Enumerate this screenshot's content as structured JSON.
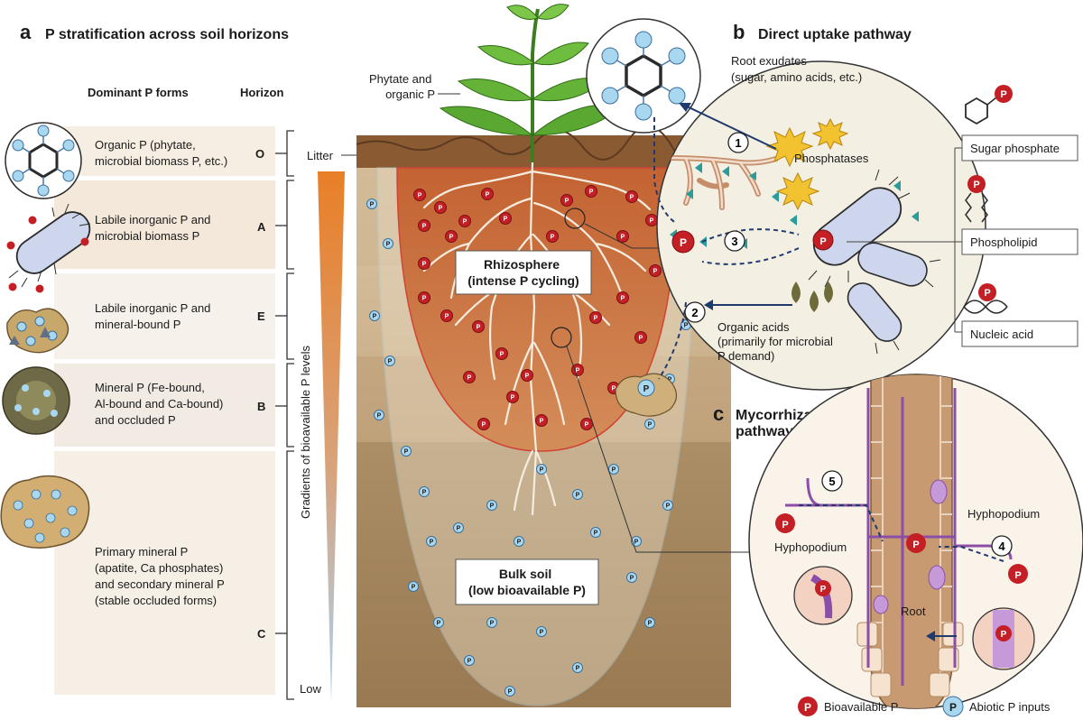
{
  "panel_a": {
    "letter": "a",
    "title": "P stratification across soil horizons",
    "col_forms": "Dominant P forms",
    "col_horizon": "Horizon",
    "rows": [
      {
        "horizon": "O",
        "lines": [
          "Organic P (phytate,",
          "microbial biomass P, etc.)"
        ]
      },
      {
        "horizon": "A",
        "lines": [
          "Labile inorganic P and",
          "microbial biomass P"
        ]
      },
      {
        "horizon": "E",
        "lines": [
          "Labile inorganic P and",
          "mineral-bound P"
        ]
      },
      {
        "horizon": "B",
        "lines": [
          "Mineral P (Fe-bound,",
          "Al-bound and Ca-bound)",
          "and occluded P"
        ]
      },
      {
        "horizon": "C",
        "lines": [
          "Primary mineral P",
          "(apatite, Ca phosphates)",
          "and secondary mineral P",
          "(stable occluded forms)"
        ]
      }
    ],
    "gradient_label": "Gradients of bioavailable P levels",
    "gradient_top": "Litter",
    "gradient_bottom": "Low"
  },
  "soil": {
    "phytate_label": [
      "Phytate and",
      "organic P"
    ],
    "rhizosphere": [
      "Rhizosphere",
      "(intense P cycling)"
    ],
    "bulk": [
      "Bulk soil",
      "(low bioavailable P)"
    ]
  },
  "panel_b": {
    "letter": "b",
    "title": "Direct uptake pathway",
    "exudates": [
      "Root exudates",
      "(sugar, amino acids, etc.)"
    ],
    "phosphatases": "Phosphatases",
    "organic_acids": [
      "Organic acids",
      "(primarily for microbial",
      "P demand)"
    ],
    "steps": [
      "1",
      "2",
      "3"
    ],
    "side_labels": [
      "Sugar phosphate",
      "Phospholipid",
      "Nucleic acid"
    ]
  },
  "panel_c": {
    "letter": "c",
    "title": [
      "Mycorrhizal",
      "pathway"
    ],
    "hyphopodium_right": "Hyphopodium",
    "hyphopodium_left": "Hyphopodium",
    "root": "Root",
    "steps": [
      "4",
      "5"
    ]
  },
  "legend": {
    "bioavailable": "Bioavailable P",
    "abiotic": "Abiotic P inputs",
    "symbol": "P"
  },
  "colors": {
    "red_p": "#c41f25",
    "blue_p": "#a9d7ef",
    "rhizosphere": "#c8652f",
    "gradient_top": "#e87f27",
    "gradient_bottom": "#a9d3ef",
    "soil_dark": "#9a7650"
  }
}
